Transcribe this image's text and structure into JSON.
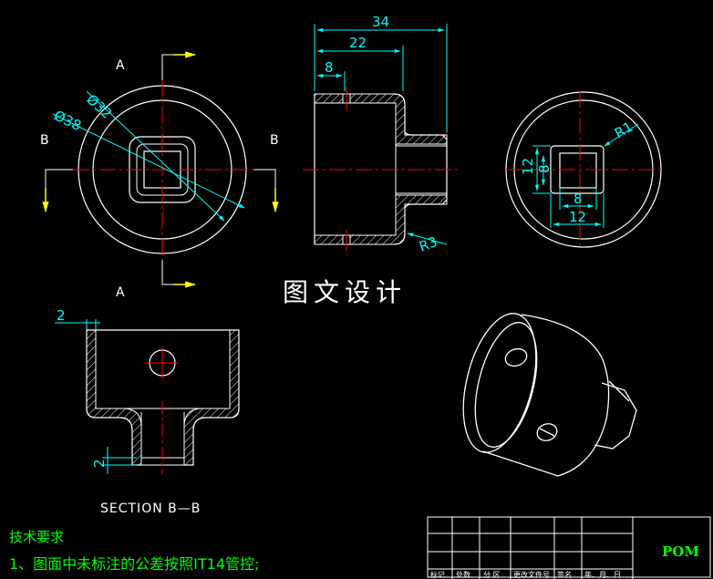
{
  "front_view": {
    "label_a_top": "A",
    "label_a_bottom": "A",
    "label_b_left": "B",
    "label_b_right": "B",
    "dia_inner": "Ø32",
    "dia_outer": "Ø38"
  },
  "side_view": {
    "dim_total": "34",
    "dim_mid": "22",
    "dim_small": "8",
    "radius": "R3"
  },
  "right_view": {
    "radius": "R1",
    "dim_v_outer": "12",
    "dim_v_inner": "8",
    "dim_h_inner": "8",
    "dim_h_outer": "12"
  },
  "section": {
    "dim_wall": "2",
    "dim_small": "2",
    "caption": "SECTION B—B"
  },
  "watermark": "图文设计",
  "notes": {
    "heading": "技术要求",
    "line1": "1、图面中未标注的公差按照IT14管控;"
  },
  "title_block": {
    "headers": [
      "标记",
      "处数",
      "分 区",
      "更改文件号",
      "签名",
      "年、月、日"
    ],
    "material": "POM"
  },
  "colors": {
    "background": "#000000",
    "outline": "#ffffff",
    "centerline": "#ff0000",
    "dimension": "#00ffff",
    "arrow": "#ffff00",
    "text_green": "#00ff00"
  }
}
